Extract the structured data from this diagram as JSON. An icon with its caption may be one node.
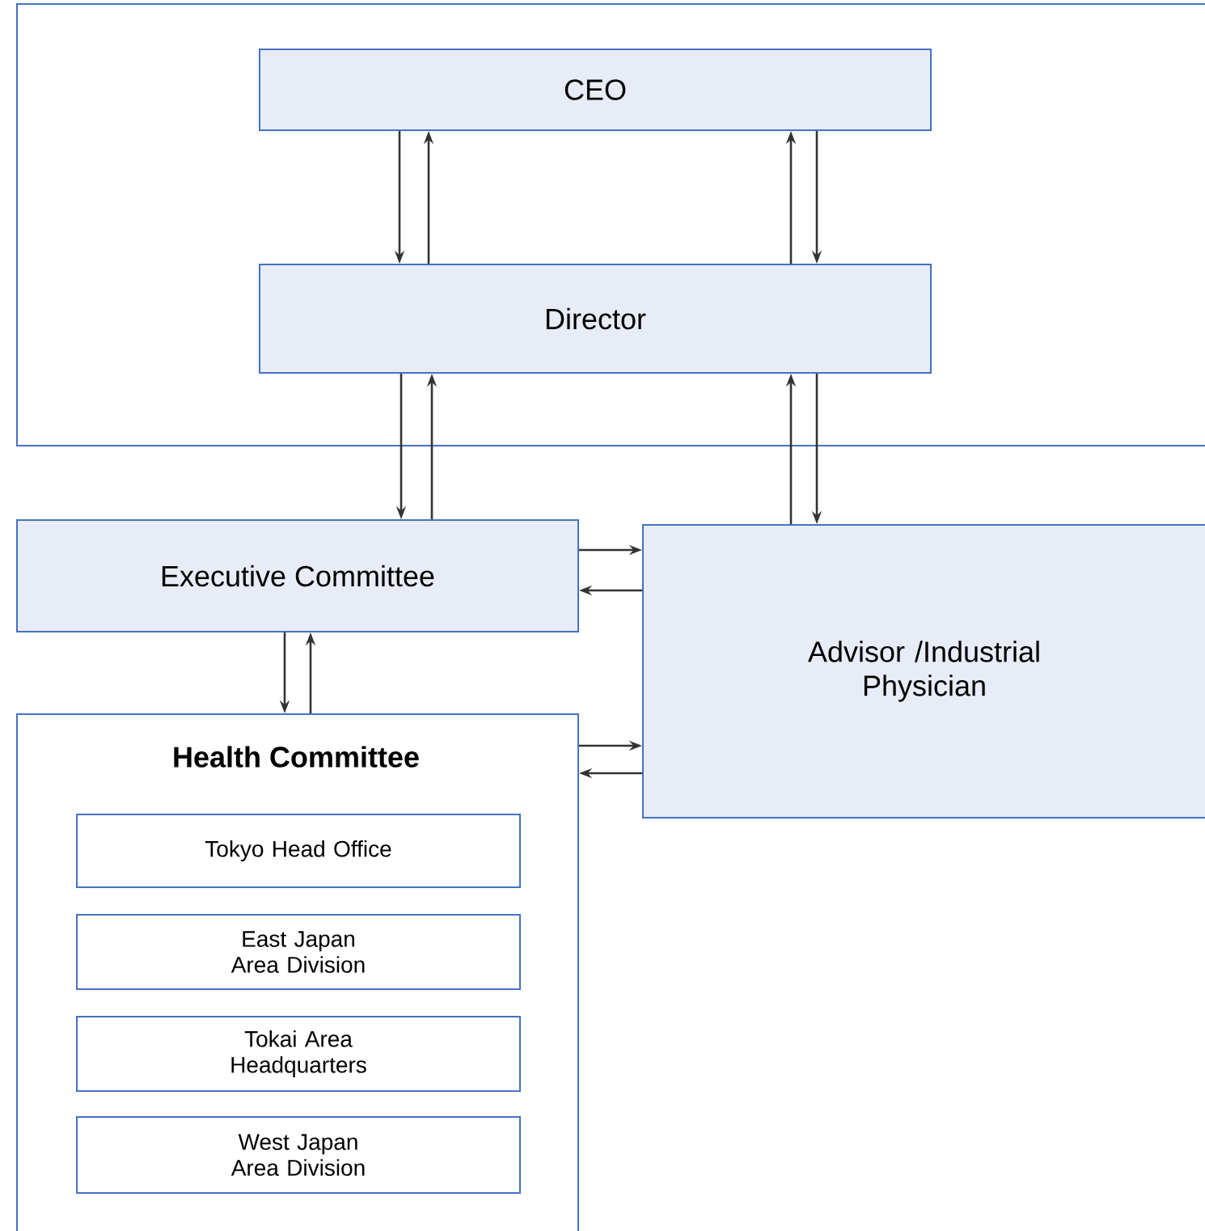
{
  "diagram": {
    "nodes": [
      {
        "text": [],
        "shape": "box"
      },
      {
        "text": [
          "CEO"
        ],
        "in": 0
      },
      {
        "text": [
          "Director"
        ],
        "in": 0
      },
      {
        "text": [
          "Executive Committee"
        ]
      },
      {
        "text": [
          "Advisor /Industrial Physician"
        ]
      },
      {
        "text": [
          "Health Committee"
        ]
      },
      {
        "text": [
          "Tokyo Head Office"
        ],
        "in": 5
      },
      {
        "text": [
          "East Japan Area Division"
        ],
        "in": 5
      },
      {
        "text": [
          "Tokai Area Headquarters"
        ],
        "in": 5
      },
      {
        "text": [
          "West Japan Area Division"
        ],
        "in": 5
      }
    ],
    "edges": [
      {
        "from": 1,
        "to": 2,
        "arrow": "to"
      },
      {
        "from": 2,
        "to": 1,
        "arrow": "to"
      },
      {
        "from": 2,
        "to": 1,
        "arrow": "to"
      },
      {
        "from": 1,
        "to": 2,
        "arrow": "to"
      },
      {
        "from": 2,
        "to": 3,
        "arrow": "to"
      },
      {
        "from": 3,
        "to": 2,
        "arrow": "to"
      },
      {
        "from": 4,
        "to": 2,
        "arrow": "to"
      },
      {
        "from": 2,
        "to": 4,
        "arrow": "to"
      },
      {
        "from": 3,
        "to": 4,
        "arrow": "to"
      },
      {
        "from": 4,
        "to": 3,
        "arrow": "to"
      },
      {
        "from": 3,
        "to": 5,
        "arrow": "to"
      },
      {
        "from": 5,
        "to": 3,
        "arrow": "to"
      },
      {
        "from": 5,
        "to": 4,
        "arrow": "to"
      },
      {
        "from": 4,
        "to": 5,
        "arrow": "to"
      }
    ]
  }
}
